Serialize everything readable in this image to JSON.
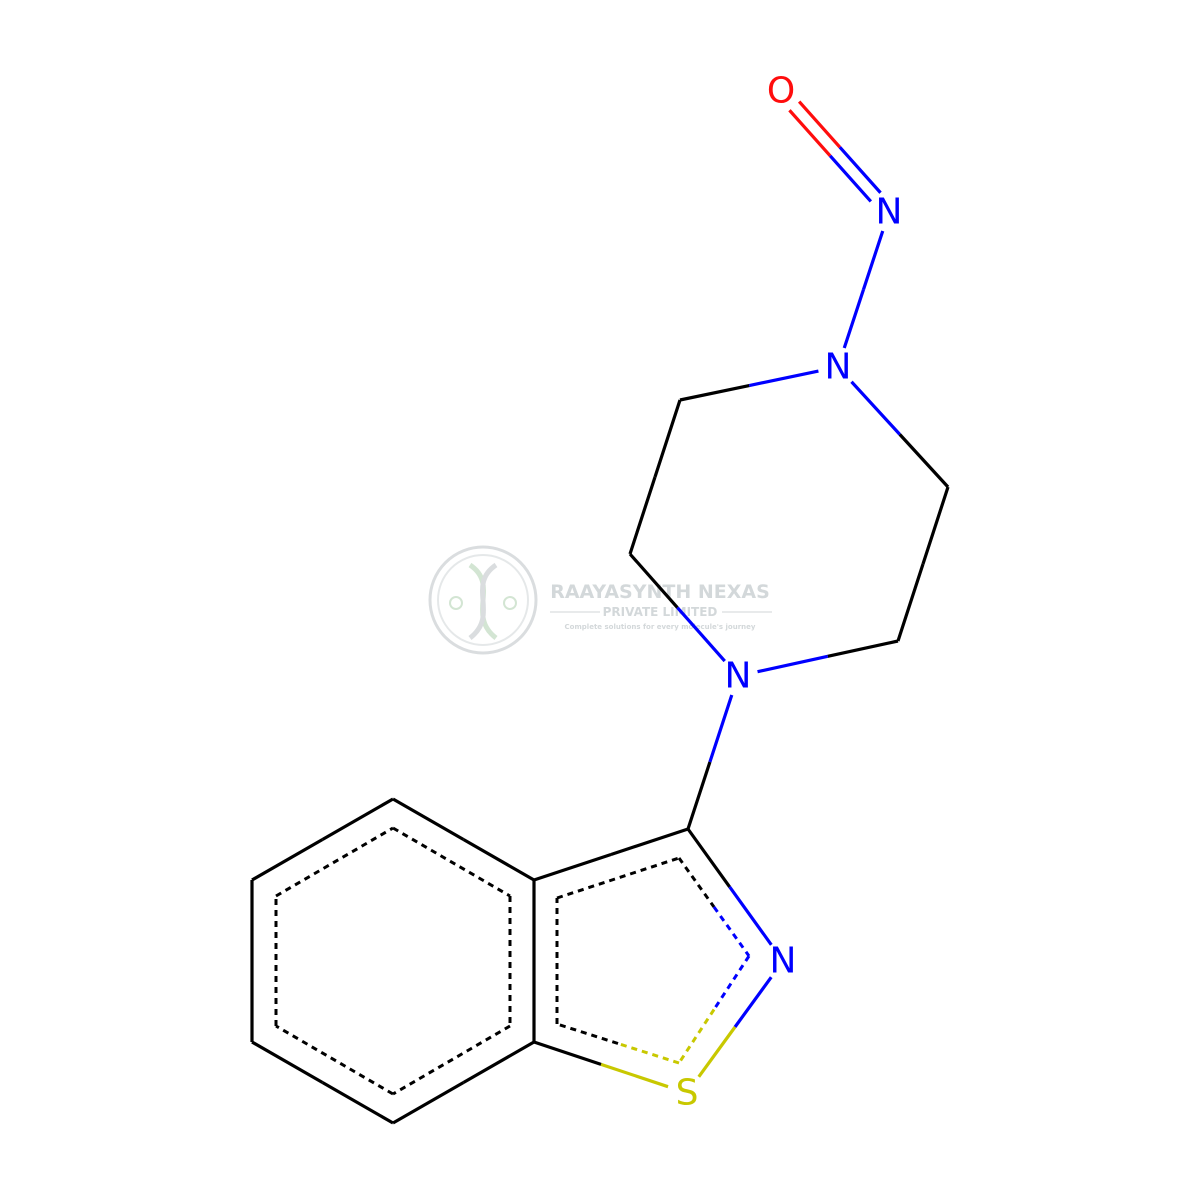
{
  "molecule": {
    "atoms": [
      {
        "id": "O1",
        "symbol": "O",
        "color": "#ff0d0d"
      },
      {
        "id": "N1",
        "symbol": "N",
        "color": "#0000ff"
      },
      {
        "id": "N2",
        "symbol": "N",
        "color": "#0000ff"
      },
      {
        "id": "N3",
        "symbol": "N",
        "color": "#0000ff"
      },
      {
        "id": "N4",
        "symbol": "N",
        "color": "#0000ff"
      },
      {
        "id": "S1",
        "symbol": "S",
        "color": "#c8c800"
      },
      {
        "id": "C1",
        "symbol": "",
        "color": "#000000"
      },
      {
        "id": "C2",
        "symbol": "",
        "color": "#000000"
      },
      {
        "id": "C3",
        "symbol": "",
        "color": "#000000"
      },
      {
        "id": "C4",
        "symbol": "",
        "color": "#000000"
      },
      {
        "id": "C5",
        "symbol": "",
        "color": "#000000"
      },
      {
        "id": "C6",
        "symbol": "",
        "color": "#000000"
      },
      {
        "id": "C7",
        "symbol": "",
        "color": "#000000"
      },
      {
        "id": "C8",
        "symbol": "",
        "color": "#000000"
      },
      {
        "id": "C9",
        "symbol": "",
        "color": "#000000"
      },
      {
        "id": "C10",
        "symbol": "",
        "color": "#000000"
      },
      {
        "id": "C11",
        "symbol": "",
        "color": "#000000"
      }
    ],
    "bonds": [
      {
        "a": "O1",
        "b": "N1",
        "order": 2
      },
      {
        "a": "N1",
        "b": "N2",
        "order": 1
      },
      {
        "a": "N2",
        "b": "C1",
        "order": 1
      },
      {
        "a": "C1",
        "b": "C2",
        "order": 1
      },
      {
        "a": "C2",
        "b": "N3",
        "order": 1
      },
      {
        "a": "N3",
        "b": "C3",
        "order": 1
      },
      {
        "a": "C3",
        "b": "C4",
        "order": 1
      },
      {
        "a": "C4",
        "b": "N2",
        "order": 1
      },
      {
        "a": "N3",
        "b": "C5",
        "order": 1
      },
      {
        "a": "C5",
        "b": "N4",
        "order": "aromatic"
      },
      {
        "a": "N4",
        "b": "S1",
        "order": "aromatic"
      },
      {
        "a": "S1",
        "b": "C6",
        "order": "aromatic"
      },
      {
        "a": "C6",
        "b": "C7",
        "order": "aromatic"
      },
      {
        "a": "C7",
        "b": "C5",
        "order": "aromatic"
      },
      {
        "a": "C7",
        "b": "C8",
        "order": "aromatic"
      },
      {
        "a": "C8",
        "b": "C9",
        "order": "aromatic"
      },
      {
        "a": "C9",
        "b": "C10",
        "order": "aromatic"
      },
      {
        "a": "C10",
        "b": "C11",
        "order": "aromatic"
      },
      {
        "a": "C11",
        "b": "C6",
        "order": "aromatic"
      }
    ]
  },
  "watermark": {
    "company": "RAAYASYNTH NEXAS",
    "subtitle": "PRIVATE LIMITED",
    "tagline": "Complete solutions for every molecule's journey",
    "logo_icon": "dna-helix-icon",
    "color": "#cfd4d6"
  }
}
